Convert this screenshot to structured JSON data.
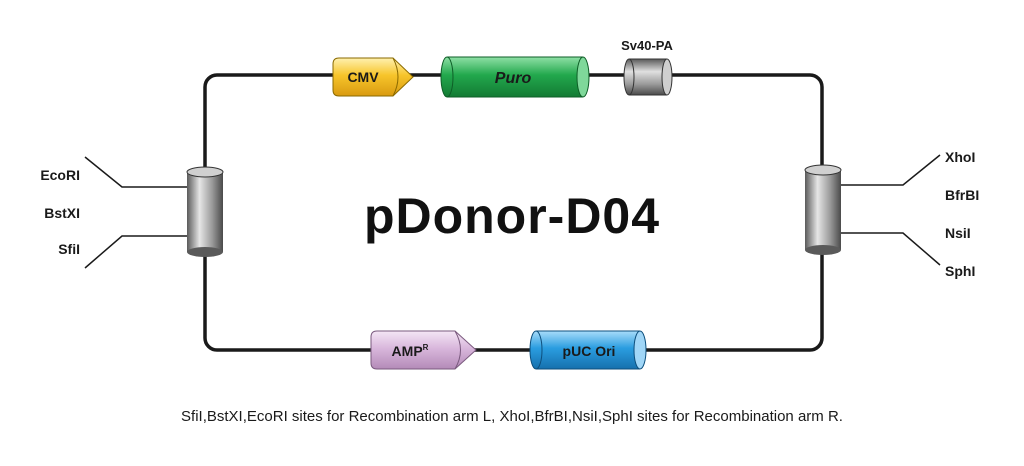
{
  "title": "pDonor-D04",
  "elements": {
    "cmv": "CMV",
    "puro": "Puro",
    "sv40pa": "Sv40-PA",
    "amp": "AMP",
    "amp_sup": "R",
    "puc": "pUC Ori"
  },
  "left_sites": [
    "EcoRI",
    "BstXI",
    "SfiI"
  ],
  "right_sites": [
    "XhoI",
    "BfrBI",
    "NsiI",
    "SphI"
  ],
  "caption": "SfiI,BstXI,EcoRI sites for Recombination arm L, XhoI,BfrBI,NsiI,SphI sites for Recombination arm R.",
  "colors": {
    "cmv": "#f7c52b",
    "puro": "#1fa24a",
    "amp": "#d9b7dc",
    "puc": "#2a9de0",
    "cylinder": "#8c8c8c",
    "backbone": "#1a1a1a"
  }
}
